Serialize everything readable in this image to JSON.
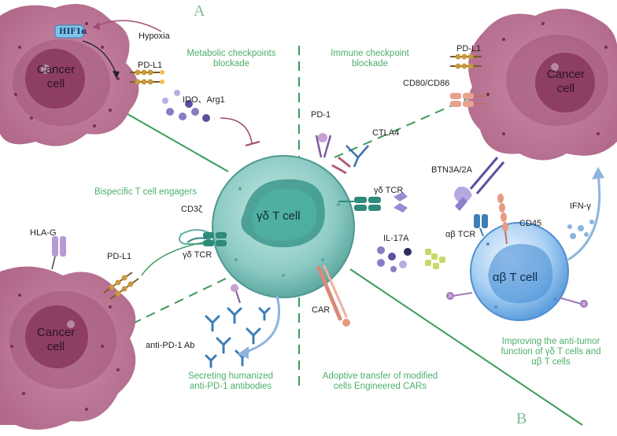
{
  "colors": {
    "cancer": "#b86d8e",
    "cancer_light": "#d8a7bc",
    "nucleus": "#8f3e64",
    "gd_cell": "#7ec3bd",
    "ab_cell": "#5e9de0",
    "section_green": "#4caf6a",
    "line_green": "#3c9a5a"
  },
  "section_letters": {
    "a": "A",
    "b": "B"
  },
  "sections": {
    "metabolic": [
      "Metabolic checkpoints",
      "blockade"
    ],
    "immune": [
      "Immune checkpoint",
      "blockade"
    ],
    "bispecific": "Bispecific T cell engagers",
    "secreting": [
      "Secreting humanized",
      "anti-PD-1 antibodies"
    ],
    "adoptive": [
      "Adoptive transfer of modified",
      "cells Engineered CARs"
    ],
    "improving": [
      "Improving the anti-tumor",
      "function of γδ T cells and",
      "αβ T cells"
    ]
  },
  "cells": {
    "cancer_1": [
      "Cancer",
      "cell"
    ],
    "cancer_2": [
      "Cancer",
      "cell"
    ],
    "cancer_3": [
      "Cancer",
      "cell"
    ],
    "gd_t_cell": "γδ T cell",
    "ab_t_cell": "αβ T cell"
  },
  "molecules": {
    "hif1a": "HIF1α",
    "hypoxia": "Hypoxia",
    "pdl1_top": "PD-L1",
    "ido_arg1": "IDO、Arg1",
    "pdl1_right": "PD-L1",
    "cd80_cd86": "CD80/CD86",
    "pd1": "PD-1",
    "ctla4": "CTLA4",
    "gd_tcr_right": "γδ TCR",
    "btn3a": "BTN3A/2A",
    "ifng": "IFN-γ",
    "cd3z": "CD3ζ",
    "gd_tcr_left": "γδ TCR",
    "hla_g": "HLA-G",
    "pdl1_left": "PD-L1",
    "il17a": "IL-17A",
    "ab_tcr": "αβ TCR",
    "cd45": "CD45",
    "car": "CAR",
    "anti_pd1": "anti-PD-1 Ab"
  }
}
